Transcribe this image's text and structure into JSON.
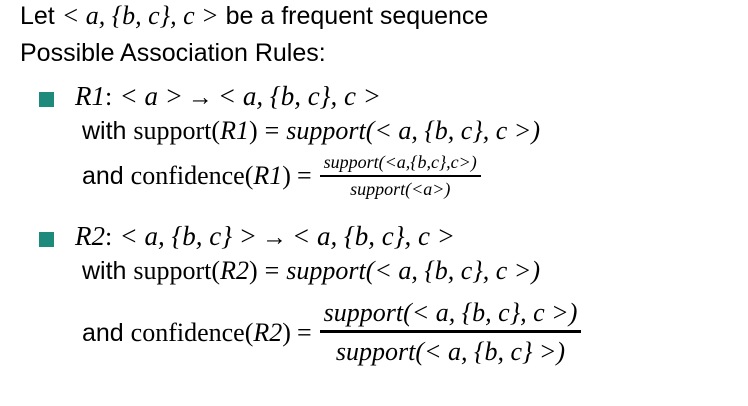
{
  "slide": {
    "background_color": "#ffffff",
    "text_color": "#000000",
    "bullet_color": "#1d8a7b",
    "statements": [
      {
        "id": "let-line",
        "prefix": "Let ",
        "math": "< a, {b, c}, c >",
        "suffix": " be a frequent sequence"
      },
      {
        "id": "possible-line",
        "text": "Possible Association Rules:"
      }
    ],
    "rules": [
      {
        "id": "R1",
        "bullet": "square-bullet",
        "head": {
          "name": "R1",
          "separator": ":",
          "antecedent": "< a >",
          "arrow": "→",
          "consequent": "< a, {b, c}, c >"
        },
        "support": {
          "lead": "with ",
          "function": "support",
          "argument": "R1",
          "equals": "=",
          "rhs_function": "support",
          "rhs_argument": "< a, {b, c}, c >"
        },
        "confidence": {
          "lead": "and ",
          "function": "confidence",
          "argument": "R1",
          "equals": "=",
          "numerator": "support(<a,{b,c},c>)",
          "denominator": "support(<a>)"
        }
      },
      {
        "id": "R2",
        "bullet": "square-bullet",
        "head": {
          "name": "R2",
          "separator": ":",
          "antecedent": "< a, {b, c} >",
          "arrow": "→",
          "consequent": "< a, {b, c}, c >"
        },
        "support": {
          "lead": "with ",
          "function": "support",
          "argument": "R2",
          "equals": "=",
          "rhs_function": "support",
          "rhs_argument": "< a, {b, c}, c >"
        },
        "confidence": {
          "lead": "and ",
          "function": "confidence",
          "argument": "R2",
          "equals": "=",
          "numerator": "support(< a, {b, c}, c >)",
          "denominator": "support(< a, {b, c} >)"
        }
      }
    ]
  }
}
